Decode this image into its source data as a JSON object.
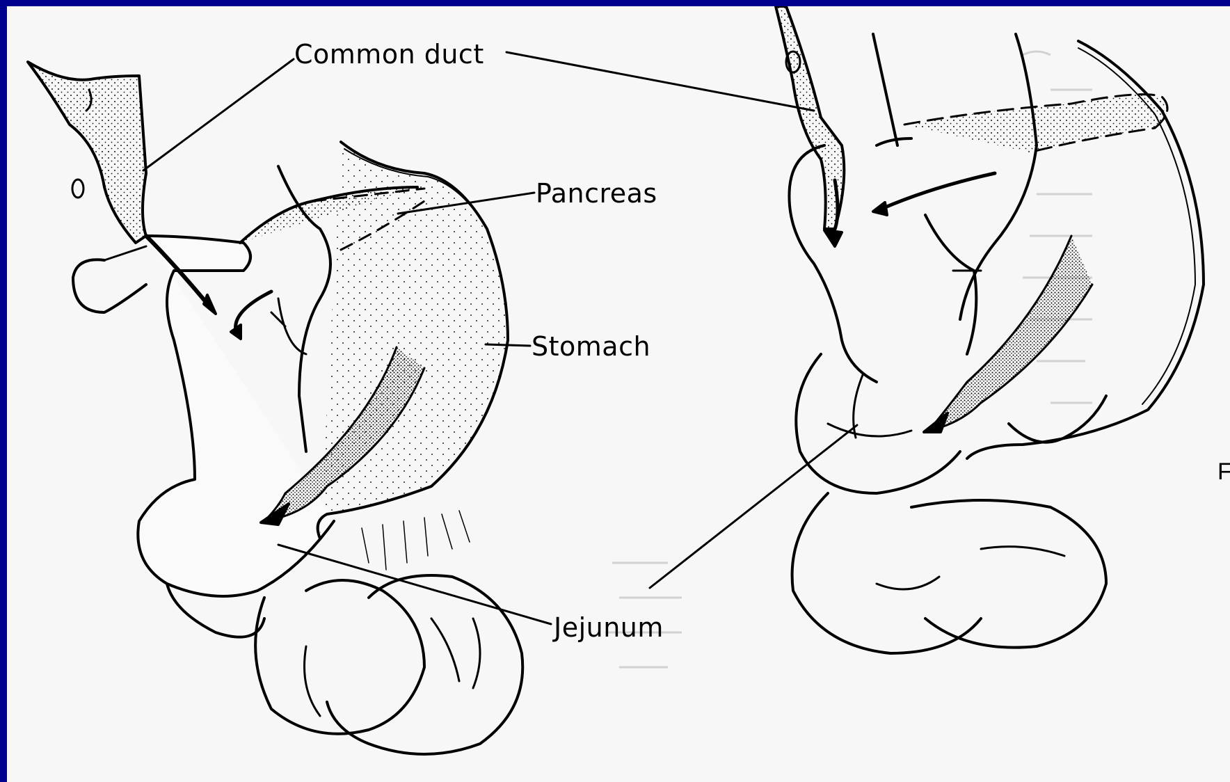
{
  "labels": {
    "common_duct": "Common duct",
    "pancreas": "Pancreas",
    "stomach": "Stomach",
    "jejunum": "Jejunum"
  },
  "partial_figure_letter": "F",
  "colors": {
    "frame": "#00008f",
    "paper": "#f7f7f7",
    "ink": "#000000"
  }
}
